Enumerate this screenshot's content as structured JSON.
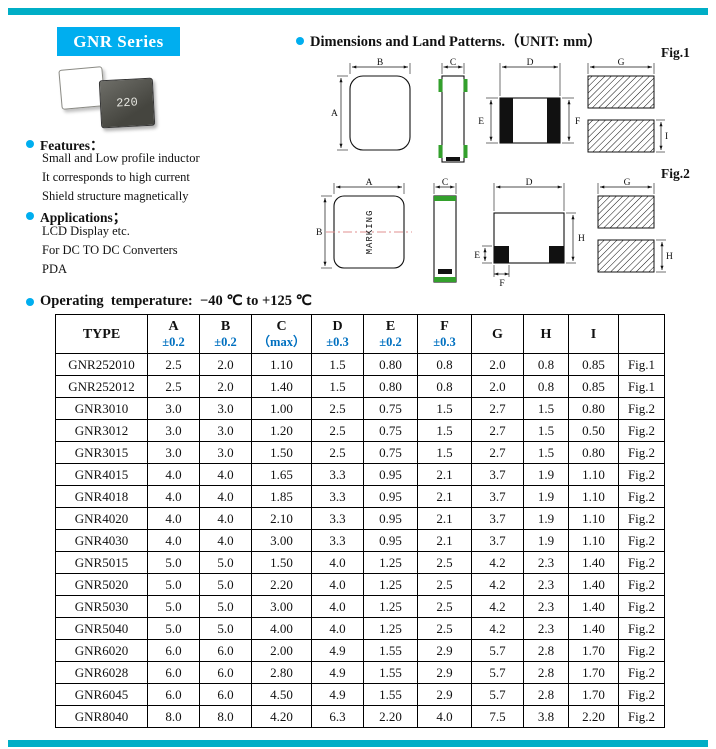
{
  "colors": {
    "bar": "#00aec6",
    "accent": "#00aeef",
    "tol": "#0070c0",
    "green": "#33a02c",
    "pink": "#e09090"
  },
  "series": {
    "title": "GNR Series"
  },
  "photo": {
    "marking": "220"
  },
  "features": {
    "heading": "Features：",
    "items": [
      "Small and Low profile inductor",
      "It corresponds to high current",
      "Shield structure magnetically"
    ]
  },
  "applications": {
    "heading": "Applications；",
    "items": [
      "LCD Display etc.",
      "For DC TO DC Converters",
      "PDA"
    ]
  },
  "dimensions_section": {
    "heading": "Dimensions and Land Patterns.（UNIT: mm）",
    "fig1_label": "Fig.1",
    "fig2_label": "Fig.2",
    "marking_text": "MARKING"
  },
  "operating_temperature": "Operating  temperature:  −40 ℃ to +125 ℃",
  "dims": {
    "A": "A",
    "B": "B",
    "C": "C",
    "D": "D",
    "E": "E",
    "F": "F",
    "G": "G",
    "H": "H",
    "I": "I"
  },
  "table": {
    "columns": [
      {
        "line1": "TYPE",
        "line2": ""
      },
      {
        "line1": "A",
        "line2": "±0.2"
      },
      {
        "line1": "B",
        "line2": "±0.2"
      },
      {
        "line1": "C",
        "line2": "（max）"
      },
      {
        "line1": "D",
        "line2": "±0.3"
      },
      {
        "line1": "E",
        "line2": "±0.2"
      },
      {
        "line1": "F",
        "line2": "±0.3"
      },
      {
        "line1": "G",
        "line2": ""
      },
      {
        "line1": "H",
        "line2": ""
      },
      {
        "line1": "I",
        "line2": ""
      },
      {
        "line1": "",
        "line2": ""
      }
    ],
    "rows": [
      [
        "GNR252010",
        "2.5",
        "2.0",
        "1.10",
        "1.5",
        "0.80",
        "0.8",
        "2.0",
        "0.8",
        "0.85",
        "Fig.1"
      ],
      [
        "GNR252012",
        "2.5",
        "2.0",
        "1.40",
        "1.5",
        "0.80",
        "0.8",
        "2.0",
        "0.8",
        "0.85",
        "Fig.1"
      ],
      [
        "GNR3010",
        "3.0",
        "3.0",
        "1.00",
        "2.5",
        "0.75",
        "1.5",
        "2.7",
        "1.5",
        "0.80",
        "Fig.2"
      ],
      [
        "GNR3012",
        "3.0",
        "3.0",
        "1.20",
        "2.5",
        "0.75",
        "1.5",
        "2.7",
        "1.5",
        "0.50",
        "Fig.2"
      ],
      [
        "GNR3015",
        "3.0",
        "3.0",
        "1.50",
        "2.5",
        "0.75",
        "1.5",
        "2.7",
        "1.5",
        "0.80",
        "Fig.2"
      ],
      [
        "GNR4015",
        "4.0",
        "4.0",
        "1.65",
        "3.3",
        "0.95",
        "2.1",
        "3.7",
        "1.9",
        "1.10",
        "Fig.2"
      ],
      [
        "GNR4018",
        "4.0",
        "4.0",
        "1.85",
        "3.3",
        "0.95",
        "2.1",
        "3.7",
        "1.9",
        "1.10",
        "Fig.2"
      ],
      [
        "GNR4020",
        "4.0",
        "4.0",
        "2.10",
        "3.3",
        "0.95",
        "2.1",
        "3.7",
        "1.9",
        "1.10",
        "Fig.2"
      ],
      [
        "GNR4030",
        "4.0",
        "4.0",
        "3.00",
        "3.3",
        "0.95",
        "2.1",
        "3.7",
        "1.9",
        "1.10",
        "Fig.2"
      ],
      [
        "GNR5015",
        "5.0",
        "5.0",
        "1.50",
        "4.0",
        "1.25",
        "2.5",
        "4.2",
        "2.3",
        "1.40",
        "Fig.2"
      ],
      [
        "GNR5020",
        "5.0",
        "5.0",
        "2.20",
        "4.0",
        "1.25",
        "2.5",
        "4.2",
        "2.3",
        "1.40",
        "Fig.2"
      ],
      [
        "GNR5030",
        "5.0",
        "5.0",
        "3.00",
        "4.0",
        "1.25",
        "2.5",
        "4.2",
        "2.3",
        "1.40",
        "Fig.2"
      ],
      [
        "GNR5040",
        "5.0",
        "5.0",
        "4.00",
        "4.0",
        "1.25",
        "2.5",
        "4.2",
        "2.3",
        "1.40",
        "Fig.2"
      ],
      [
        "GNR6020",
        "6.0",
        "6.0",
        "2.00",
        "4.9",
        "1.55",
        "2.9",
        "5.7",
        "2.8",
        "1.70",
        "Fig.2"
      ],
      [
        "GNR6028",
        "6.0",
        "6.0",
        "2.80",
        "4.9",
        "1.55",
        "2.9",
        "5.7",
        "2.8",
        "1.70",
        "Fig.2"
      ],
      [
        "GNR6045",
        "6.0",
        "6.0",
        "4.50",
        "4.9",
        "1.55",
        "2.9",
        "5.7",
        "2.8",
        "1.70",
        "Fig.2"
      ],
      [
        "GNR8040",
        "8.0",
        "8.0",
        "4.20",
        "6.3",
        "2.20",
        "4.0",
        "7.5",
        "3.8",
        "2.20",
        "Fig.2"
      ]
    ]
  }
}
